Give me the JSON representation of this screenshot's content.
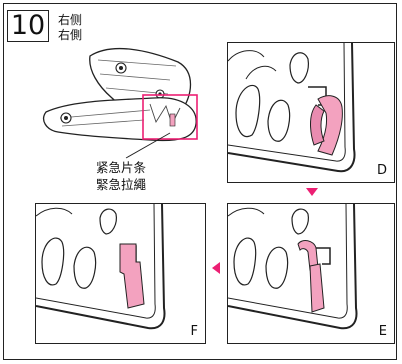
{
  "step": {
    "number": "10"
  },
  "side_labels": [
    "右侧",
    "右側"
  ],
  "callout": [
    "紧急片条",
    "緊急拉繩"
  ],
  "panels": {
    "D": "D",
    "E": "E",
    "F": "F"
  },
  "colors": {
    "accent": "#ec1f73",
    "strap_fill": "#f3a2bf",
    "line": "#222222"
  }
}
